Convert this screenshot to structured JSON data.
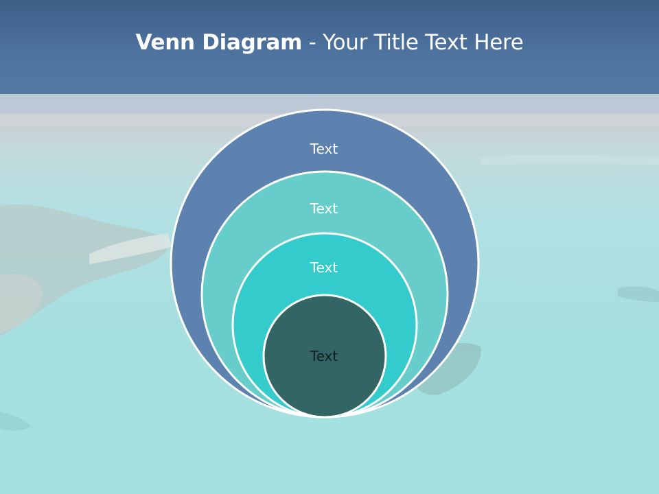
{
  "title": {
    "bold_part": "Venn Diagram",
    "regular_part": " - Your Title Text Here"
  },
  "colors": {
    "title_bar": "#4f74a0",
    "ring_1": "#5d82b0",
    "ring_2": "#67cdca",
    "ring_3": "#33cbcb",
    "ring_4": "#346565",
    "ring_stroke": "#ffffff",
    "sea": "#9fdcdc"
  },
  "diagram": {
    "type": "nested-circles",
    "rings": [
      {
        "label": "Text"
      },
      {
        "label": "Text"
      },
      {
        "label": "Text"
      },
      {
        "label": "Text"
      }
    ]
  }
}
